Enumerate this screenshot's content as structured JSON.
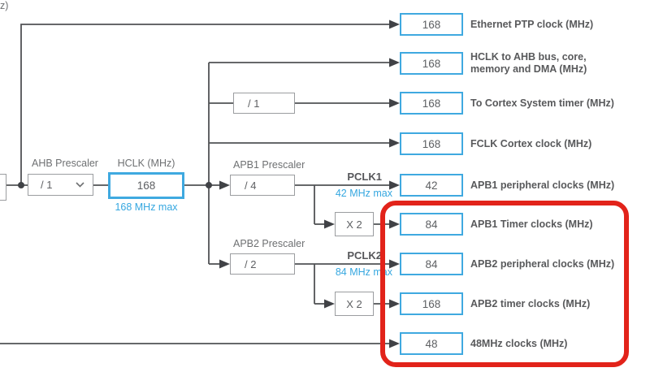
{
  "diagram": {
    "type": "clock-tree",
    "colors": {
      "accent_blue": "#3FA9E0",
      "note_blue": "#35A7E0",
      "wire_gray": "#515255",
      "box_border_gray": "#9B9DA0",
      "label_dark": "#58595B",
      "field_label_gray": "#6E7072",
      "highlight_red": "#E2231A"
    },
    "left_input": {
      "partial_label": "z)"
    },
    "ahb_prescaler": {
      "label": "AHB Prescaler",
      "selected": "/ 1"
    },
    "hclk": {
      "label": "HCLK (MHz)",
      "value": "168",
      "max_note": "168 MHz max"
    },
    "cortex_divider": {
      "value": "/ 1"
    },
    "apb1_prescaler": {
      "label": "APB1 Prescaler",
      "value": "/ 4"
    },
    "apb1_multiplier": {
      "value": "X 2"
    },
    "pclk1": {
      "label": "PCLK1",
      "max_note": "42 MHz max"
    },
    "apb2_prescaler": {
      "label": "APB2 Prescaler",
      "value": "/ 2"
    },
    "apb2_multiplier": {
      "value": "X 2"
    },
    "pclk2": {
      "label": "PCLK2",
      "max_note": "84 MHz max"
    },
    "outputs": [
      {
        "value": "168",
        "label": "Ethernet PTP clock (MHz)"
      },
      {
        "value": "168",
        "label": "HCLK to AHB bus, core, memory and DMA (MHz)"
      },
      {
        "value": "168",
        "label": "To Cortex System timer (MHz)"
      },
      {
        "value": "168",
        "label": "FCLK Cortex clock (MHz)"
      },
      {
        "value": "42",
        "label": "APB1 peripheral clocks (MHz)"
      },
      {
        "value": "84",
        "label": "APB1 Timer clocks (MHz)"
      },
      {
        "value": "84",
        "label": "APB2 peripheral clocks (MHz)"
      },
      {
        "value": "168",
        "label": "APB2 timer clocks (MHz)"
      },
      {
        "value": "48",
        "label": "48MHz clocks (MHz)"
      }
    ]
  }
}
